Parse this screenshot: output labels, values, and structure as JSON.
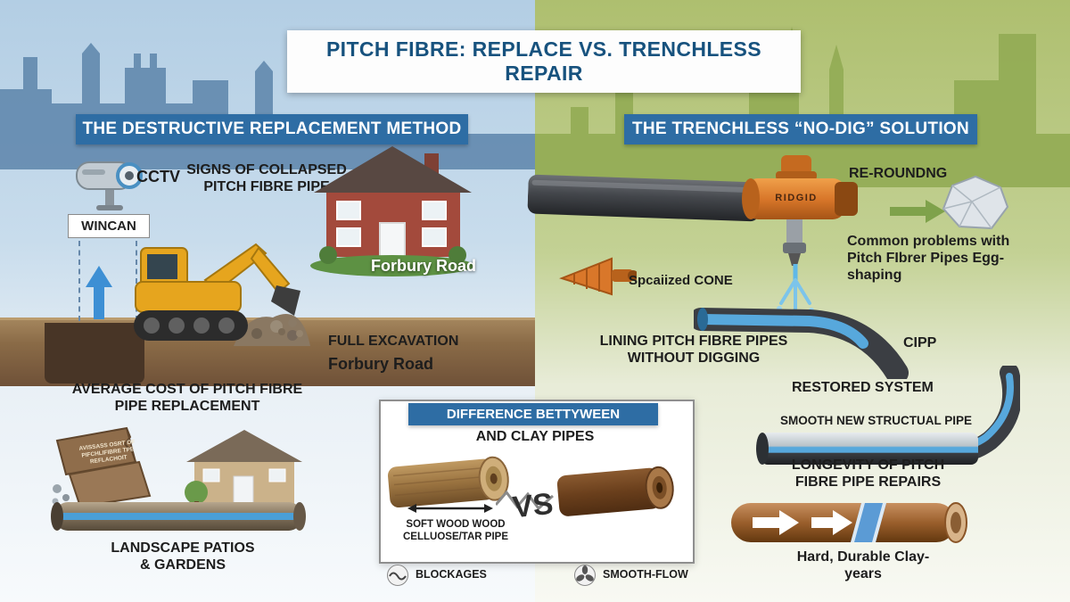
{
  "title": "PITCH FIBRE: REPLACE VS. TRENCHLESS REPAIR",
  "left": {
    "header": "THE DESTRUCTIVE REPLACEMENT METHOD",
    "cctv": "CCTV",
    "wincan": "WINCAN",
    "signs": "SIGNS OF COLLAPSED PITCH FIBRE PIPE",
    "house_label": "Forbury Road",
    "full_excavation": "FULL EXCAVATION",
    "road": "Forbury Road",
    "avg_cost": "AVERAGE COST OF PITCH FIBRE PIPE REPLACEMENT",
    "debris_text": "AVISSASS OSRT OF PIFCHLIFIBRE TPE REFLACHOIT",
    "landscape": "LANDSCAPE PATIOS & GARDENS"
  },
  "center": {
    "banner": "DIFFERENCE BETTYWEEN",
    "subtitle": "AND CLAY PIPES",
    "vs": "VS",
    "pipe_label": "SOFT WOOD WOOD CELLUOSE/TAR PIPE",
    "blockages": "BLOCKAGES",
    "smooth_flow": "SMOOTH-FLOW"
  },
  "right": {
    "header": "THE TRENCHLESS “NO-DIG” SOLUTION",
    "rerounding": "RE-ROUNDNG",
    "brand": "RIDGID",
    "problems": "Common problems with Pitch FIbrer Pipes Egg-shaping",
    "cone": "Spcaiized CONE",
    "lining": "LINING PITCH FIBRE PIPES WITHOUT DIGGING",
    "cipp": "CIPP",
    "restored": "RESTORED SYSTEM",
    "smooth_pipe": "SMOOTH NEW STRUCTUAL PIPE",
    "longevity": "LONGEVITY OF PITCH FIBRE PIPE REPAIRS",
    "durable": "Hard, Durable Clay-years"
  },
  "colors": {
    "banner_blue": "#2e6da4",
    "title_blue": "#17527e",
    "soil_brown": "#6f5138",
    "tool_orange": "#d9772a",
    "lining_blue": "#57a8dc"
  }
}
